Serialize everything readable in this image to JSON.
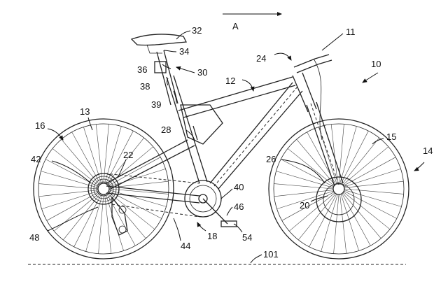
{
  "diagram": {
    "direction_label": "A",
    "ref_numerals": {
      "n10": "10",
      "n11": "11",
      "n12": "12",
      "n13": "13",
      "n14": "14",
      "n15": "15",
      "n16": "16",
      "n18": "18",
      "n20": "20",
      "n22": "22",
      "n24": "24",
      "n26": "26",
      "n28": "28",
      "n30": "30",
      "n32": "32",
      "n34": "34",
      "n36": "36",
      "n38": "38",
      "n39": "39",
      "n40": "40",
      "n42": "42",
      "n44": "44",
      "n46": "46",
      "n48": "48",
      "n54": "54",
      "n101": "101"
    },
    "colors": {
      "line": "#222222",
      "background": "#ffffff"
    }
  }
}
